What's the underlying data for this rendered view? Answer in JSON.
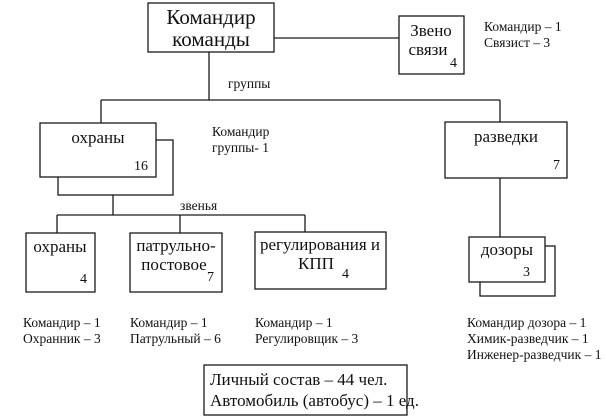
{
  "diagram": {
    "commander": {
      "line1": "Командир",
      "line2": "команды"
    },
    "comm_link": {
      "line1": "Звено",
      "line2": "связи",
      "count": "4",
      "staff": [
        "Командир – 1",
        "Связист – 3"
      ]
    },
    "groups_label": "группы",
    "group_commander_label": {
      "line1": "Командир",
      "line2": "группы- 1"
    },
    "guard_group": {
      "label": "охраны",
      "count": "16"
    },
    "recon_group": {
      "label": "разведки",
      "count": "7"
    },
    "sections_label": "звенья",
    "guard_section": {
      "label": "охраны",
      "count": "4",
      "staff": [
        "Командир – 1",
        "Охранник – 3"
      ]
    },
    "patrol_section": {
      "line1": "патрульно-",
      "line2": "постовое",
      "count": "7",
      "staff": [
        "Командир – 1",
        "Патрульный – 6"
      ]
    },
    "traffic_section": {
      "line1": "регулирования и",
      "line2": "КПП",
      "count": "4",
      "staff": [
        "Командир – 1",
        "Регулировщик – 3"
      ]
    },
    "patrols": {
      "label": "дозоры",
      "count": "3",
      "staff": [
        "Командир дозора  – 1",
        "Химик-разведчик – 1",
        "Инженер-разведчик – 1"
      ]
    },
    "summary": {
      "line1": "Личный состав – 44 чел.",
      "line2": "Автомобиль (автобус) – 1 ед."
    }
  }
}
